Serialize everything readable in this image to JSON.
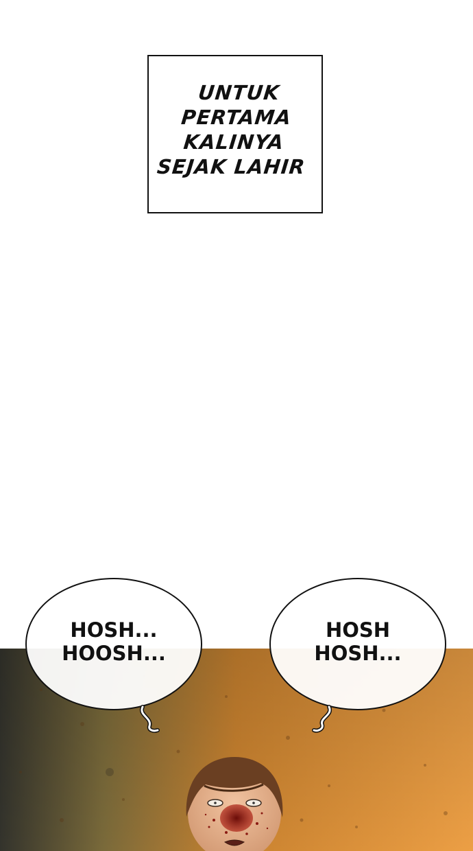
{
  "caption": {
    "lines": [
      "UNTUK",
      "PERTAMA",
      "KALINYA",
      "SEJAK LAHIR"
    ]
  },
  "bubbles": {
    "left": {
      "lines": [
        "HOSH...",
        "HOOSH..."
      ]
    },
    "right": {
      "lines": [
        "HOSH",
        "HOSH..."
      ]
    }
  },
  "colors": {
    "ground_light": "#e59a3e",
    "ground_dark": "#3a3a32",
    "hair": "#6a3f22",
    "skin": "#e8b08c",
    "blood": "#8a1a12"
  }
}
